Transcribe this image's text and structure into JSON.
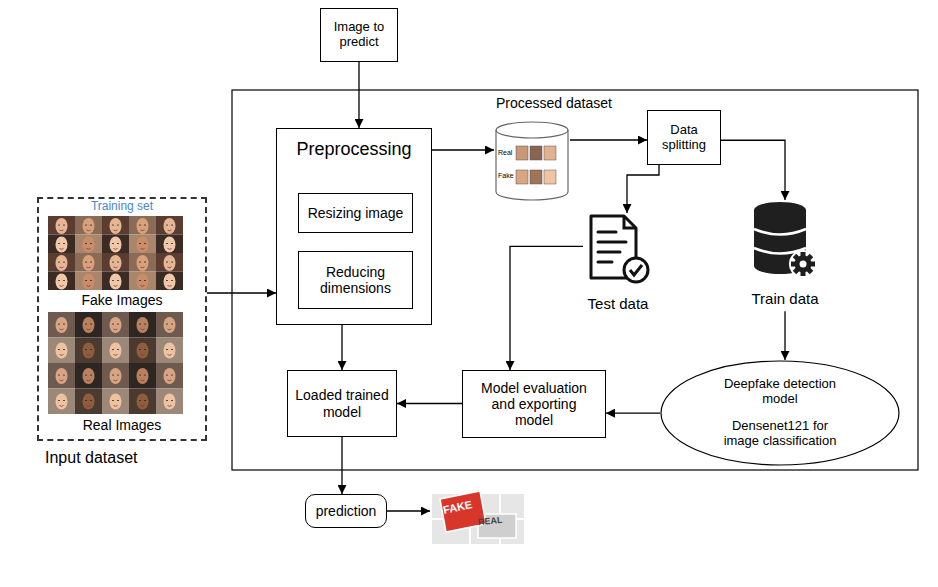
{
  "diagram": {
    "nodes": [
      {
        "text": [
          "Image to predict"
        ]
      },
      {
        "text": [
          "Training set",
          "Fake Images",
          "Real Images",
          "Input dataset"
        ]
      },
      {
        "text": [
          "Preprocessing"
        ]
      },
      {
        "text": [
          "Resizing image"
        ],
        "in": 2
      },
      {
        "text": [
          "Reducing dimensions"
        ],
        "in": 2
      },
      {
        "text": [
          "Processed dataset",
          "Real",
          "Fake"
        ]
      },
      {
        "text": [
          "Data splitting"
        ]
      },
      {
        "text": [
          "Test data"
        ]
      },
      {
        "text": [
          "Train data"
        ]
      },
      {
        "text": [
          "Deepfake detection model",
          "Densenet121 for image classification"
        ]
      },
      {
        "text": [
          "Model evaluation and exporting model"
        ]
      },
      {
        "text": [
          "Loaded trained model"
        ]
      },
      {
        "text": [
          "prediction"
        ]
      },
      {
        "text": [
          "FAKE",
          "REAL"
        ]
      }
    ],
    "edges": [
      {
        "from": 0,
        "to": 2,
        "arrow": "to"
      },
      {
        "from": 1,
        "to": 2,
        "arrow": "to"
      },
      {
        "from": 2,
        "to": 5,
        "arrow": "to"
      },
      {
        "from": 5,
        "to": 6,
        "arrow": "to"
      },
      {
        "from": 6,
        "to": 7,
        "arrow": "to"
      },
      {
        "from": 6,
        "to": 8,
        "arrow": "to"
      },
      {
        "from": 8,
        "to": 9,
        "arrow": "to"
      },
      {
        "from": 9,
        "to": 10,
        "arrow": "to"
      },
      {
        "from": 7,
        "to": 10,
        "arrow": "to"
      },
      {
        "from": 10,
        "to": 11,
        "arrow": "to"
      },
      {
        "from": 2,
        "to": 11,
        "arrow": "to"
      },
      {
        "from": 11,
        "to": 12,
        "arrow": "to"
      },
      {
        "from": 12,
        "to": 13,
        "arrow": "to"
      }
    ]
  }
}
